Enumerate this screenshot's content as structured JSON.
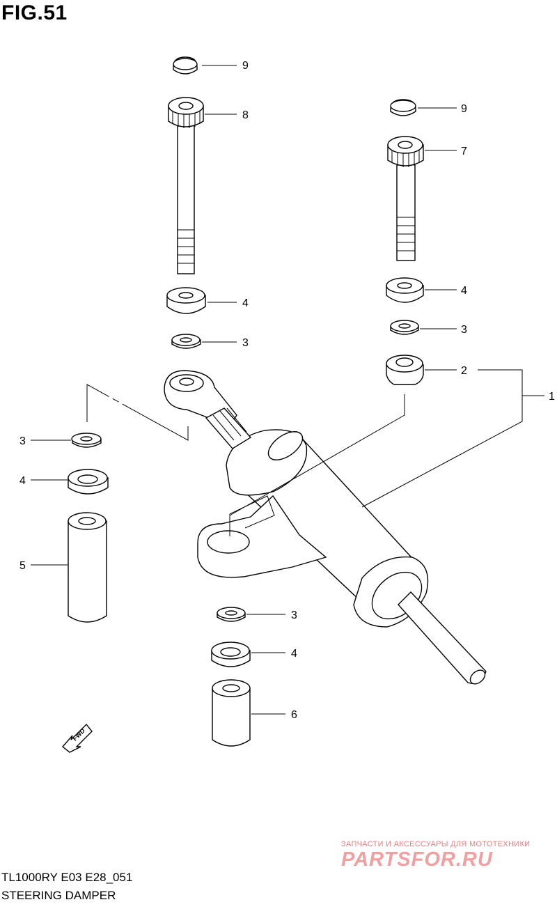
{
  "figure": {
    "title": "FIG.51"
  },
  "footer": {
    "model_code": "TL1000RY E03 E28_051",
    "section_name": "STEERING DAMPER"
  },
  "watermark": {
    "tagline": "ЗАПЧАСТИ И АКСЕССУАРЫ ДЛЯ МОТОТЕХНИКИ",
    "brand": "PARTSFOR.RU"
  },
  "fwd_label": "FWD",
  "callouts": {
    "c1": "1",
    "c2": "2",
    "c3a": "3",
    "c3b": "3",
    "c3c": "3",
    "c3d": "3",
    "c4a": "4",
    "c4b": "4",
    "c4c": "4",
    "c4d": "4",
    "c5": "5",
    "c6": "6",
    "c7": "7",
    "c8": "8",
    "c9a": "9",
    "c9b": "9"
  }
}
